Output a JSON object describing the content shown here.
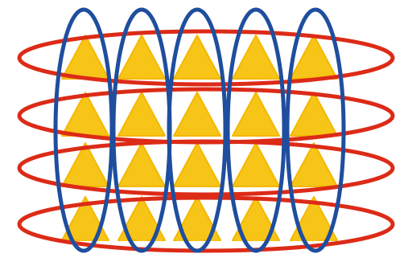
{
  "diagram": {
    "grid": {
      "rows": 4,
      "columns": 5
    },
    "elements": {
      "triangle": {
        "count": 20,
        "color": "#f7c418"
      },
      "row_rings": {
        "count": 4,
        "color": "#dc2b17"
      },
      "column_rings": {
        "count": 5,
        "color": "#1f4e9e"
      }
    }
  }
}
